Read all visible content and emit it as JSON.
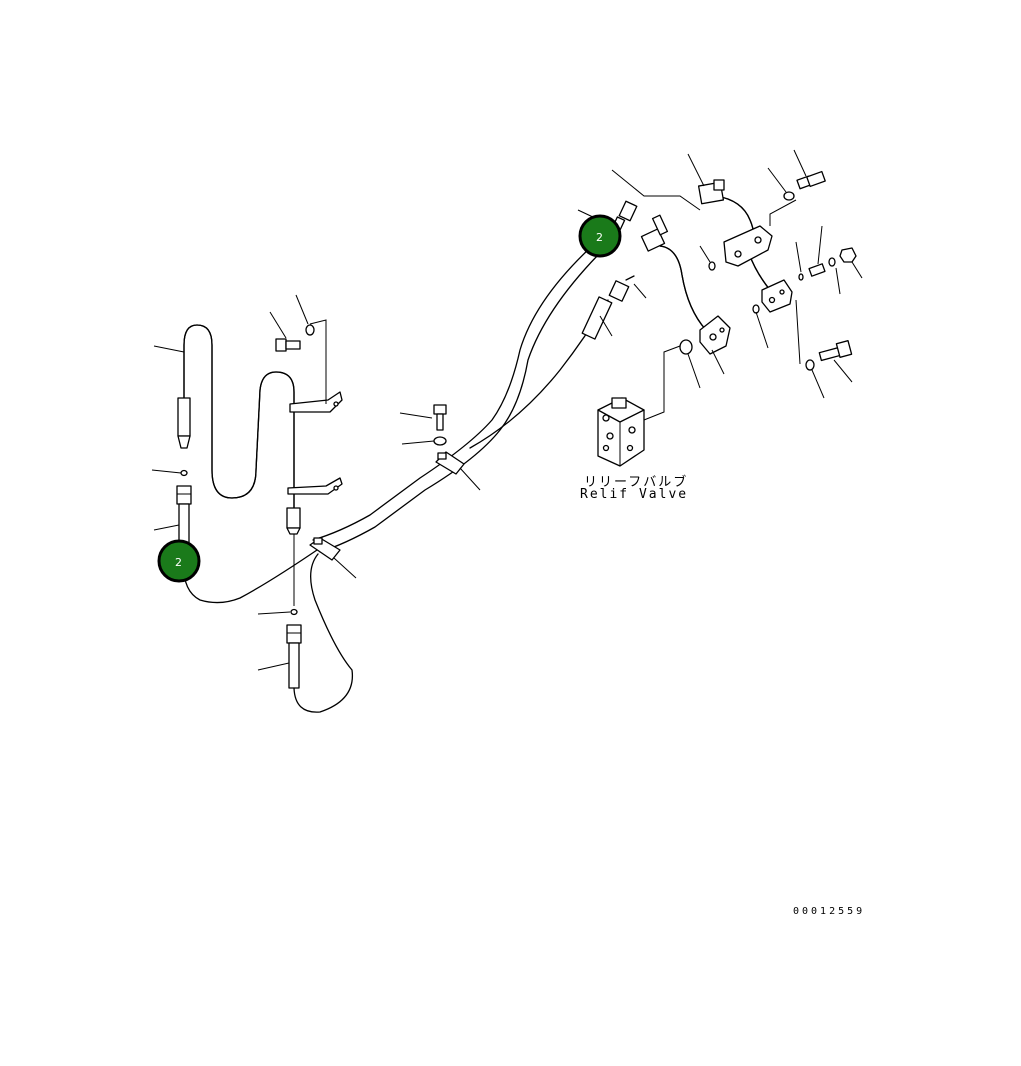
{
  "diagram": {
    "caption_jp": "リリーフバルブ",
    "caption_en": "Relif Valve",
    "drawing_number": "00012559",
    "callouts": [
      {
        "label": "2",
        "fill": "#1a7a1a",
        "ring": "#000000"
      },
      {
        "label": "2",
        "fill": "#1a7a1a",
        "ring": "#000000"
      }
    ]
  }
}
